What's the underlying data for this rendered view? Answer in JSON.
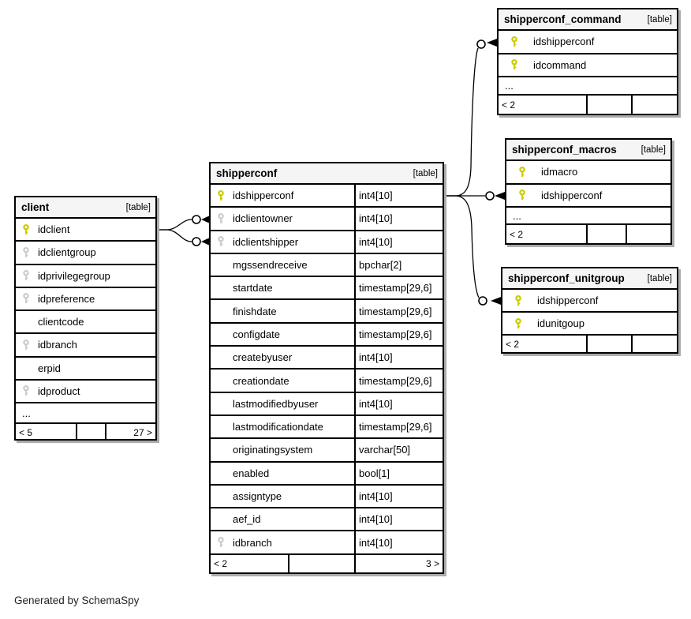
{
  "diagram": {
    "generated_note": "Generated by SchemaSpy",
    "colors": {
      "primary_key": "#cccc00",
      "foreign_key": "#cccccc",
      "header_bg": "#f5f5f5",
      "shadow": "#ababab"
    },
    "relationships": [
      {
        "from": "client.idclient",
        "to": "shipperconf.idclientowner"
      },
      {
        "from": "client.idclient",
        "to": "shipperconf.idclientshipper"
      },
      {
        "from": "shipperconf.idshipperconf",
        "to": "shipperconf_command.idshipperconf"
      },
      {
        "from": "shipperconf.idshipperconf",
        "to": "shipperconf_macros.idshipperconf"
      },
      {
        "from": "shipperconf.idshipperconf",
        "to": "shipperconf_unitgroup.idshipperconf"
      }
    ],
    "tables": [
      {
        "name": "client",
        "tag": "[table]",
        "ellipsis": "...",
        "columns": [
          {
            "name": "idclient",
            "key": "primary"
          },
          {
            "name": "idclientgroup",
            "key": "foreign"
          },
          {
            "name": "idprivilegegroup",
            "key": "foreign"
          },
          {
            "name": "idpreference",
            "key": "foreign"
          },
          {
            "name": "clientcode",
            "key": "none"
          },
          {
            "name": "idbranch",
            "key": "foreign"
          },
          {
            "name": "erpid",
            "key": "none"
          },
          {
            "name": "idproduct",
            "key": "foreign"
          }
        ],
        "footer": {
          "left": "< 5",
          "center": "",
          "right": "27 >"
        }
      },
      {
        "name": "shipperconf",
        "tag": "[table]",
        "columns": [
          {
            "name": "idshipperconf",
            "type": "int4[10]",
            "key": "primary"
          },
          {
            "name": "idclientowner",
            "type": "int4[10]",
            "key": "foreign"
          },
          {
            "name": "idclientshipper",
            "type": "int4[10]",
            "key": "foreign"
          },
          {
            "name": "mgssendreceive",
            "type": "bpchar[2]",
            "key": "none"
          },
          {
            "name": "startdate",
            "type": "timestamp[29,6]",
            "key": "none"
          },
          {
            "name": "finishdate",
            "type": "timestamp[29,6]",
            "key": "none"
          },
          {
            "name": "configdate",
            "type": "timestamp[29,6]",
            "key": "none"
          },
          {
            "name": "createbyuser",
            "type": "int4[10]",
            "key": "none"
          },
          {
            "name": "creationdate",
            "type": "timestamp[29,6]",
            "key": "none"
          },
          {
            "name": "lastmodifiedbyuser",
            "type": "int4[10]",
            "key": "none"
          },
          {
            "name": "lastmodificationdate",
            "type": "timestamp[29,6]",
            "key": "none"
          },
          {
            "name": "originatingsystem",
            "type": "varchar[50]",
            "key": "none"
          },
          {
            "name": "enabled",
            "type": "bool[1]",
            "key": "none"
          },
          {
            "name": "assigntype",
            "type": "int4[10]",
            "key": "none"
          },
          {
            "name": "aef_id",
            "type": "int4[10]",
            "key": "none"
          },
          {
            "name": "idbranch",
            "type": "int4[10]",
            "key": "foreign"
          }
        ],
        "footer": {
          "left": "< 2",
          "center": "",
          "right": "3 >"
        }
      },
      {
        "name": "shipperconf_command",
        "tag": "[table]",
        "ellipsis": "...",
        "columns": [
          {
            "name": "idshipperconf",
            "key": "primary"
          },
          {
            "name": "idcommand",
            "key": "primary"
          }
        ],
        "footer": {
          "left": "< 2",
          "center": "",
          "right": ""
        }
      },
      {
        "name": "shipperconf_macros",
        "tag": "[table]",
        "ellipsis": "...",
        "columns": [
          {
            "name": "idmacro",
            "key": "primary"
          },
          {
            "name": "idshipperconf",
            "key": "primary"
          }
        ],
        "footer": {
          "left": "< 2",
          "center": "",
          "right": ""
        }
      },
      {
        "name": "shipperconf_unitgroup",
        "tag": "[table]",
        "columns": [
          {
            "name": "idshipperconf",
            "key": "primary"
          },
          {
            "name": "idunitgoup",
            "key": "primary"
          }
        ],
        "footer": {
          "left": "< 2",
          "center": "",
          "right": ""
        }
      }
    ]
  }
}
